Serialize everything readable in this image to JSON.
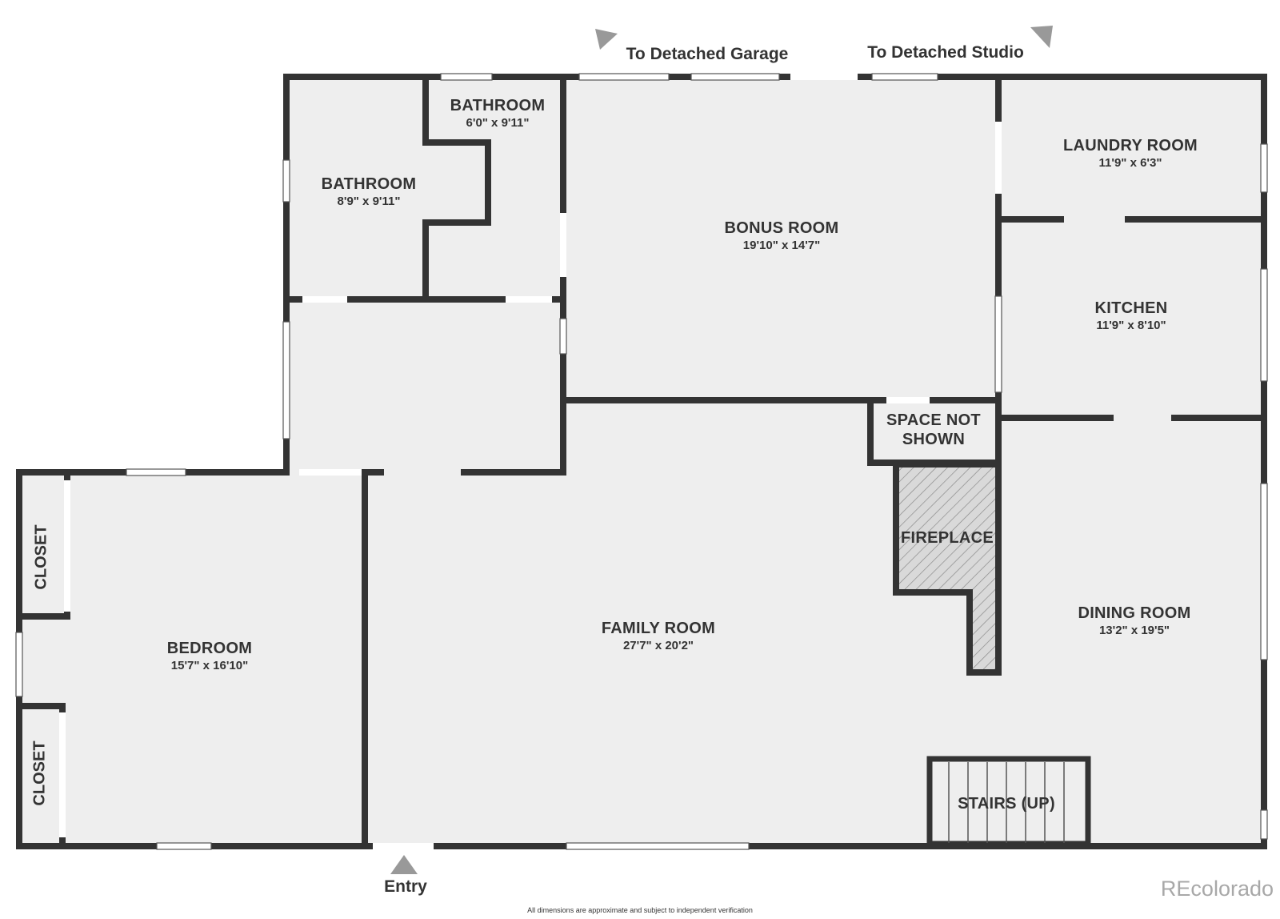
{
  "rooms": {
    "bathroom_a": {
      "name": "BATHROOM",
      "dims": "6'0\" x 9'11\""
    },
    "bathroom_b": {
      "name": "BATHROOM",
      "dims": "8'9\" x 9'11\""
    },
    "bonus_room": {
      "name": "BONUS ROOM",
      "dims": "19'10\" x 14'7\""
    },
    "laundry_room": {
      "name": "LAUNDRY ROOM",
      "dims": "11'9\" x 6'3\""
    },
    "kitchen": {
      "name": "KITCHEN",
      "dims": "11'9\" x 8'10\""
    },
    "space_not_shown": {
      "line1": "SPACE NOT",
      "line2": "SHOWN"
    },
    "fireplace": {
      "name": "FIREPLACE"
    },
    "family_room": {
      "name": "FAMILY ROOM",
      "dims": "27'7\" x 20'2\""
    },
    "dining_room": {
      "name": "DINING ROOM",
      "dims": "13'2\" x 19'5\""
    },
    "bedroom": {
      "name": "BEDROOM",
      "dims": "15'7\" x 16'10\""
    },
    "closet_top": {
      "name": "CLOSET"
    },
    "closet_bottom": {
      "name": "CLOSET"
    },
    "stairs": {
      "name": "STAIRS (UP)"
    }
  },
  "exterior": {
    "garage": "To Detached Garage",
    "studio": "To Detached Studio",
    "entry": "Entry"
  },
  "footer": {
    "disclaimer": "All dimensions are approximate and subject to independent verification",
    "brand": "REcolorado"
  },
  "colors": {
    "wall": "#333333",
    "floor": "#eeeeee",
    "text": "#333333",
    "marker": "#999999",
    "brand": "#a8a8a8"
  }
}
